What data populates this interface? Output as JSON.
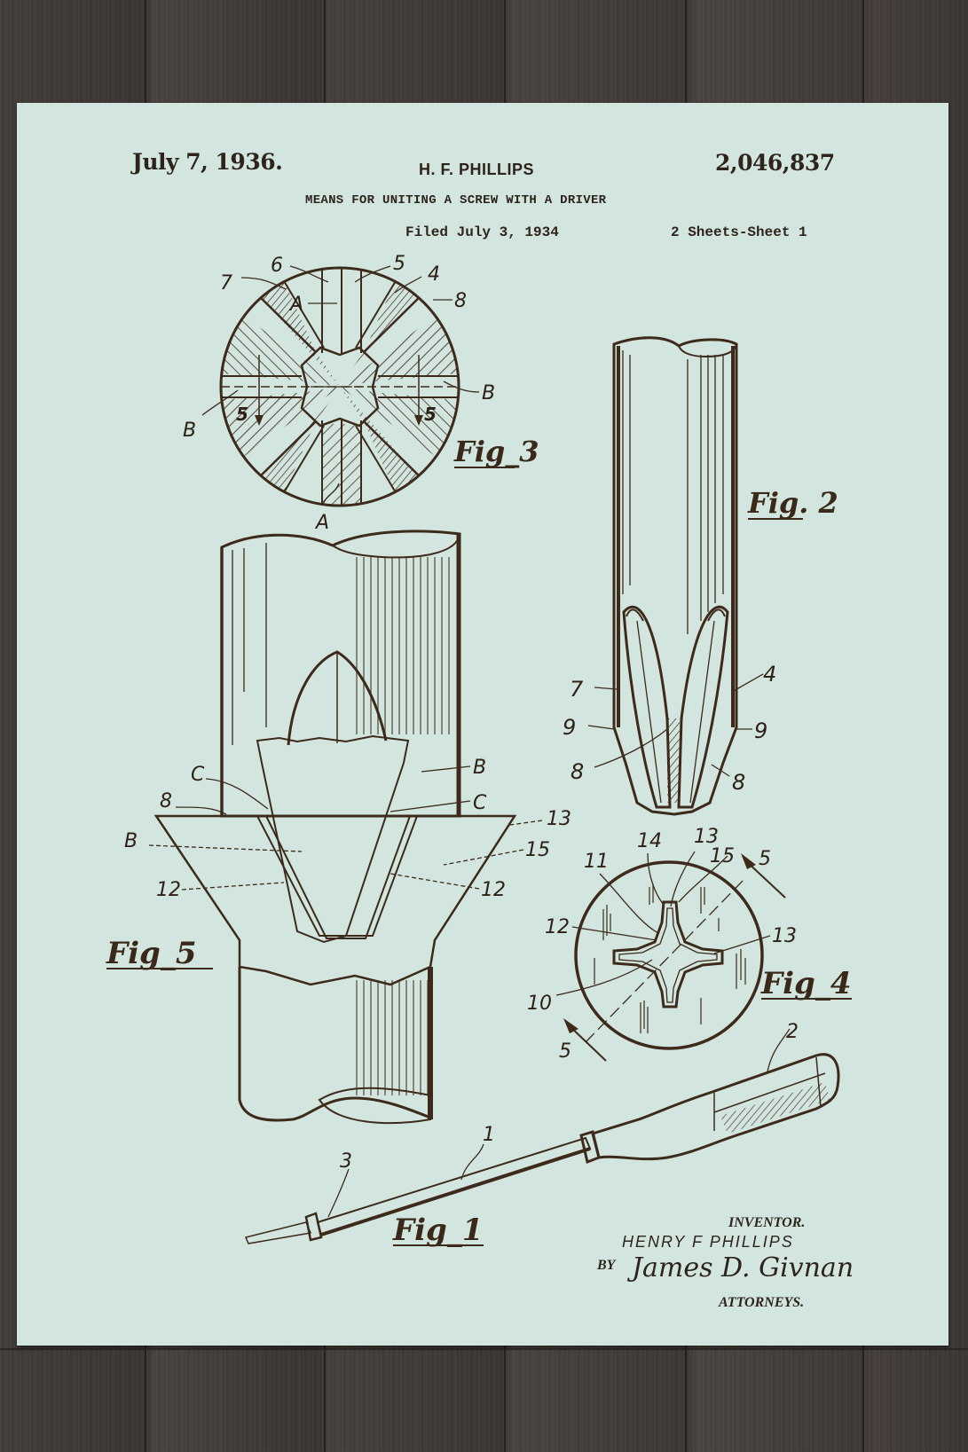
{
  "document": {
    "type": "patent drawing print",
    "header": {
      "date": "July 7, 1936.",
      "inventor": "H. F. PHILLIPS",
      "patent_number": "2,046,837",
      "title": "MEANS FOR UNITING A SCREW WITH A DRIVER",
      "filed": "Filed July 3, 1934",
      "sheets": "2 Sheets-Sheet 1"
    },
    "figures": [
      {
        "id": "fig1",
        "label": "Fig_1",
        "description": "screwdriver with screw",
        "reference_numbers": [
          "1",
          "2",
          "3"
        ]
      },
      {
        "id": "fig2",
        "label": "Fig. 2",
        "description": "driver tip side view",
        "reference_numbers": [
          "7",
          "9",
          "8",
          "4",
          "9",
          "8"
        ]
      },
      {
        "id": "fig3",
        "label": "Fig_3",
        "description": "driver tip end view",
        "reference_numbers": [
          "7",
          "6",
          "5",
          "4",
          "8",
          "A",
          "B",
          "5",
          "5",
          "B",
          "A"
        ]
      },
      {
        "id": "fig4",
        "label": "Fig_4",
        "description": "screw head recess",
        "reference_numbers": [
          "11",
          "14",
          "13",
          "15",
          "5",
          "12",
          "13",
          "10",
          "5"
        ]
      },
      {
        "id": "fig5",
        "label": "Fig_5",
        "description": "section view driver in screw",
        "reference_numbers": [
          "C",
          "8",
          "B",
          "12",
          "B",
          "C",
          "13",
          "15",
          "12"
        ]
      }
    ],
    "signature_block": {
      "inventor_label": "INVENTOR.",
      "inventor_name": "HENRY F PHILLIPS",
      "by_label": "BY",
      "signature": "James D. Givnan",
      "attorneys_label": "ATTORNEYS."
    },
    "colors": {
      "paper": "#d2e5df",
      "ink": "#3d2a1a",
      "wood": "#3d3936"
    }
  }
}
